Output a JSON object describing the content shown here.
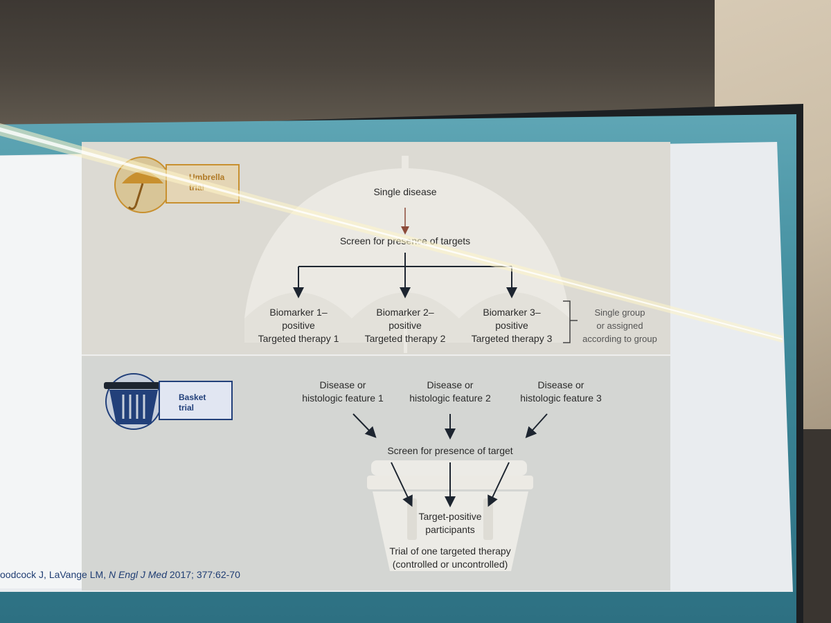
{
  "umbrella": {
    "tag_line1": "Umbrella",
    "tag_line2": "trial",
    "single_disease": "Single disease",
    "screen": "Screen for presence of targets",
    "biomarkers": [
      {
        "line1": "Biomarker 1–",
        "line2": "positive",
        "line3": "Targeted therapy 1"
      },
      {
        "line1": "Biomarker 2–",
        "line2": "positive",
        "line3": "Targeted therapy 2"
      },
      {
        "line1": "Biomarker 3–",
        "line2": "positive",
        "line3": "Targeted therapy 3"
      }
    ],
    "group_note": {
      "line1": "Single group",
      "line2": "or assigned",
      "line3": "according to group"
    }
  },
  "basket": {
    "tag_line1": "Basket",
    "tag_line2": "trial",
    "features": [
      {
        "line1": "Disease or",
        "line2": "histologic feature 1"
      },
      {
        "line1": "Disease or",
        "line2": "histologic feature 2"
      },
      {
        "line1": "Disease or",
        "line2": "histologic feature 3"
      }
    ],
    "screen": "Screen for presence of target",
    "participants_line1": "Target-positive",
    "participants_line2": "participants",
    "trial_line1": "Trial of one targeted therapy",
    "trial_line2": "(controlled or uncontrolled)"
  },
  "citation": {
    "authors": "oodcock J, LaVange LM, ",
    "journal": "N Engl J Med",
    "ref": " 2017; 377:62-70"
  },
  "colors": {
    "umbrella_accent": "#c8902f",
    "basket_accent": "#22407a",
    "arrow_umbrella": "#8c4b3a",
    "text": "#2a2a2a"
  }
}
